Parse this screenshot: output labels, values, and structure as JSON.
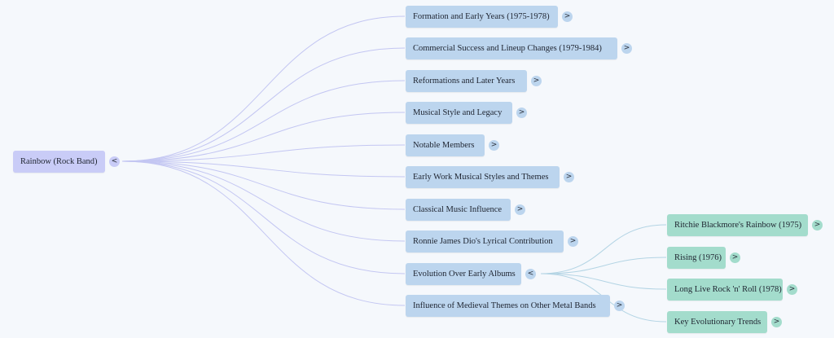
{
  "root": {
    "label": "Rainbow (Rock Band)",
    "toggle": "<"
  },
  "topics": [
    {
      "label": "Formation and Early Years (1975-1978)",
      "toggle": ">"
    },
    {
      "label": "Commercial Success and Lineup Changes (1979-1984)",
      "toggle": ">"
    },
    {
      "label": "Reformations and Later Years",
      "toggle": ">"
    },
    {
      "label": "Musical Style and Legacy",
      "toggle": ">"
    },
    {
      "label": "Notable Members",
      "toggle": ">"
    },
    {
      "label": "Early Work Musical Styles and Themes",
      "toggle": ">"
    },
    {
      "label": "Classical Music Influence",
      "toggle": ">"
    },
    {
      "label": "Ronnie James Dio's Lyrical Contribution",
      "toggle": ">"
    },
    {
      "label": "Evolution Over Early Albums",
      "toggle": "<"
    },
    {
      "label": "Influence of Medieval Themes on Other Metal Bands",
      "toggle": ">"
    }
  ],
  "subtopics": [
    {
      "label": "Ritchie Blackmore's Rainbow (1975)",
      "toggle": ">"
    },
    {
      "label": "Rising (1976)",
      "toggle": ">"
    },
    {
      "label": "Long Live Rock 'n' Roll (1978)",
      "toggle": ">"
    },
    {
      "label": "Key Evolutionary Trends",
      "toggle": ">"
    }
  ],
  "colors": {
    "root": "#c9ccf7",
    "topic": "#bcd5ee",
    "subtopic": "#a3dccc",
    "root_links": "#c3c6f2",
    "sub_links": "#b3d4e4"
  }
}
